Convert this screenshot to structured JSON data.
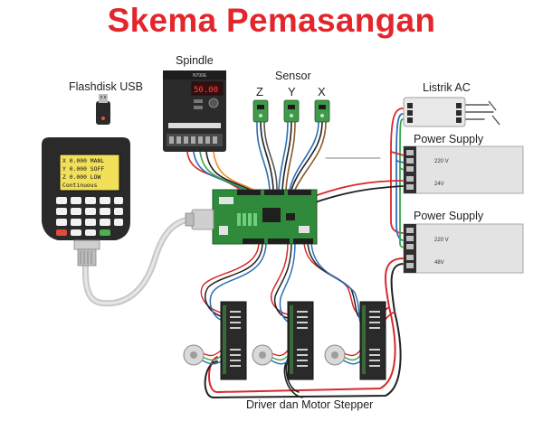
{
  "title": "Skema Pemasangan",
  "labels": {
    "flashdisk": "Flashdisk USB",
    "spindle": "Spindle",
    "sensor": "Sensor",
    "axis_z": "Z",
    "axis_y": "Y",
    "axis_x": "X",
    "listrik_ac": "Listrik AC",
    "power_supply_1": "Power Supply",
    "power_supply_2": "Power Supply",
    "driver_motor": "Driver dan Motor Stepper"
  },
  "controller": {
    "lcd_lines": [
      "X  0.000 MANL",
      "Y  0.000 SOFF",
      "Z  0.000 LOW",
      "Continuous"
    ]
  },
  "vfd": {
    "display": "50.00",
    "brand": "N700E"
  },
  "power_supplies": [
    {
      "voltage": "220 V",
      "output": "24V"
    },
    {
      "voltage": "220 V",
      "output": "48V"
    }
  ],
  "colors": {
    "title": "#e3262b",
    "wire_red": "#d8282c",
    "wire_blue": "#2b6fb8",
    "wire_green": "#3aa548",
    "wire_black": "#222222",
    "board_green": "#2f8a3c",
    "sensor_green": "#3f9a4a",
    "lcd_yellow": "#f3e05a"
  }
}
